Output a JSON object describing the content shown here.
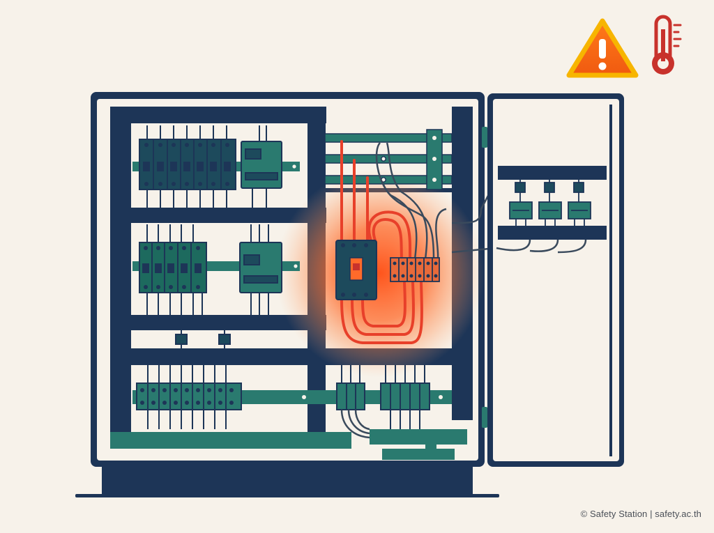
{
  "illustration": {
    "subject": "electrical-control-panel",
    "hotspot": "main-breaker-and-terminal-block"
  },
  "icons": {
    "warning": "warning-triangle-icon",
    "temperature": "thermometer-icon"
  },
  "colors": {
    "background": "#f7f2ea",
    "navy": "#1d3557",
    "teal": "#2a7a6f",
    "heat": "#ff5a1f",
    "hot_wire": "#e8402a",
    "warning": "#f26a12",
    "thermometer": "#c8322c"
  },
  "copyright": "© Safety Station | safety.ac.th"
}
